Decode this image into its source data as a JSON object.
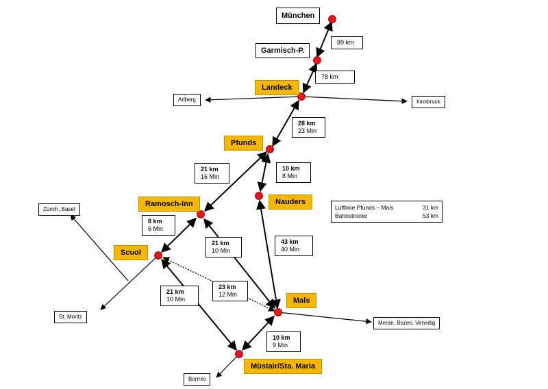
{
  "places": {
    "muenchen": "München",
    "garmisch": "Garmisch-P.",
    "landeck": "Landeck",
    "arlberg": "Arlberg",
    "innsbruck": "Innsbruck",
    "pfunds": "Pfunds",
    "nauders": "Nauders",
    "ramosch": "Ramosch-Inn",
    "zuerich": "Zürich, Basel",
    "scuol": "Scuol",
    "st_moritz": "St. Moritz",
    "mals": "Mals",
    "meran": "Meran, Bozen, Venedig",
    "muestair": "Müstair/Sta. Maria",
    "bormio": "Bormio"
  },
  "distances": {
    "muenchen_garmisch": {
      "km": "89 km"
    },
    "garmisch_landeck": {
      "km": "78 km"
    },
    "landeck_pfunds": {
      "km": "28 km",
      "min": "23 Min"
    },
    "pfunds_ramosch": {
      "km": "21 km",
      "min": "16 Min"
    },
    "pfunds_nauders": {
      "km": "10 km",
      "min": "8 Min"
    },
    "ramosch_scuol": {
      "km": "8 km",
      "min": "6 Min"
    },
    "ramosch_mals": {
      "km": "21 km",
      "min": "10 Min"
    },
    "nauders_mals": {
      "km": "43 km",
      "min": "40 Min"
    },
    "scuol_mals": {
      "km": "23 km",
      "min": "12 Min"
    },
    "scuol_muestair": {
      "km": "21 km",
      "min": "10 Min"
    },
    "mals_muestair": {
      "km": "10 km",
      "min": "9 Min"
    }
  },
  "info": {
    "luftlinie_label": "Luftlinie Pfunds – Mals",
    "luftlinie_value": "31 km",
    "bahnstrecke_label": "Bahnstrecke",
    "bahnstrecke_value": "53 km"
  },
  "colors": {
    "node_fill": "#e8151b",
    "label_highlight": "#f6b700",
    "line": "#000000"
  }
}
